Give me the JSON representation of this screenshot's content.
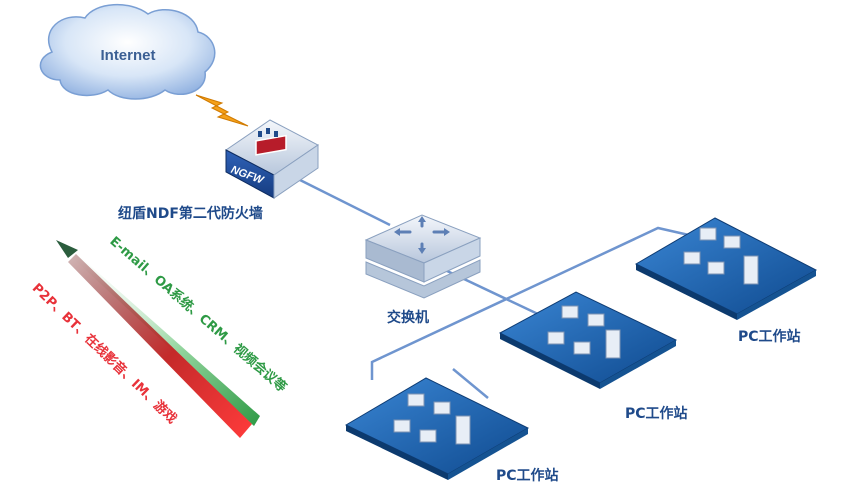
{
  "internet": {
    "label": "Internet"
  },
  "firewall": {
    "badge": "NGFW",
    "label": "纽盾NDF第二代防火墙"
  },
  "switch": {
    "label": "交换机"
  },
  "workstations": [
    {
      "label": "PC工作站"
    },
    {
      "label": "PC工作站"
    },
    {
      "label": "PC工作站"
    }
  ],
  "traffic": {
    "allowed": "E-mail、OA系统、CRM、视频会议等",
    "blocked": "P2P、BT、在线影音、IM、游戏"
  },
  "colors": {
    "allowed": "#2e9a45",
    "blocked": "#e8323a",
    "link": "#6f95cf",
    "label": "#1f4a8a",
    "platform": "#1d5ea6"
  }
}
